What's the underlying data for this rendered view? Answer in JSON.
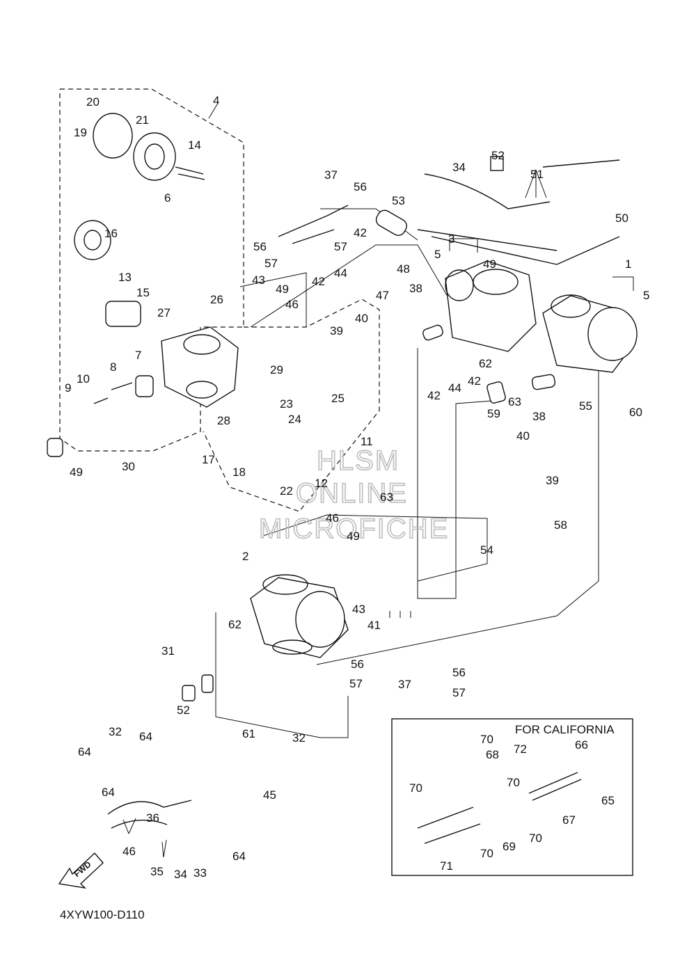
{
  "diagram_code": "4XYW100-D110",
  "california_box_title": "FOR CALIFORNIA",
  "watermark": [
    "HLSM",
    "ONLINE",
    "MICROFICHE"
  ],
  "fwd_label": "FWD",
  "part_labels": [
    "20",
    "21",
    "19",
    "4",
    "14",
    "6",
    "16",
    "13",
    "15",
    "27",
    "26",
    "43",
    "49",
    "46",
    "7",
    "8",
    "10",
    "9",
    "29",
    "23",
    "24",
    "25",
    "28",
    "30",
    "17",
    "18",
    "22",
    "11",
    "12",
    "63",
    "49",
    "37",
    "56",
    "56",
    "57",
    "57",
    "42",
    "42",
    "44",
    "48",
    "47",
    "38",
    "40",
    "39",
    "52",
    "34",
    "53",
    "51",
    "50",
    "3",
    "5",
    "49",
    "1",
    "5",
    "62",
    "42",
    "44",
    "42",
    "63",
    "59",
    "38",
    "55",
    "60",
    "40",
    "39",
    "58",
    "54",
    "2",
    "46",
    "49",
    "43",
    "41",
    "62",
    "56",
    "57",
    "37",
    "56",
    "57",
    "31",
    "52",
    "32",
    "64",
    "64",
    "64",
    "61",
    "32",
    "45",
    "36",
    "46",
    "35",
    "34",
    "33",
    "64",
    "70",
    "72",
    "66",
    "68",
    "70",
    "70",
    "65",
    "67",
    "69",
    "70",
    "70",
    "71"
  ],
  "icons": [
    "carburetor-assembly-icon",
    "throttle-linkage-icon",
    "hose-icon",
    "fwd-arrow-icon"
  ]
}
